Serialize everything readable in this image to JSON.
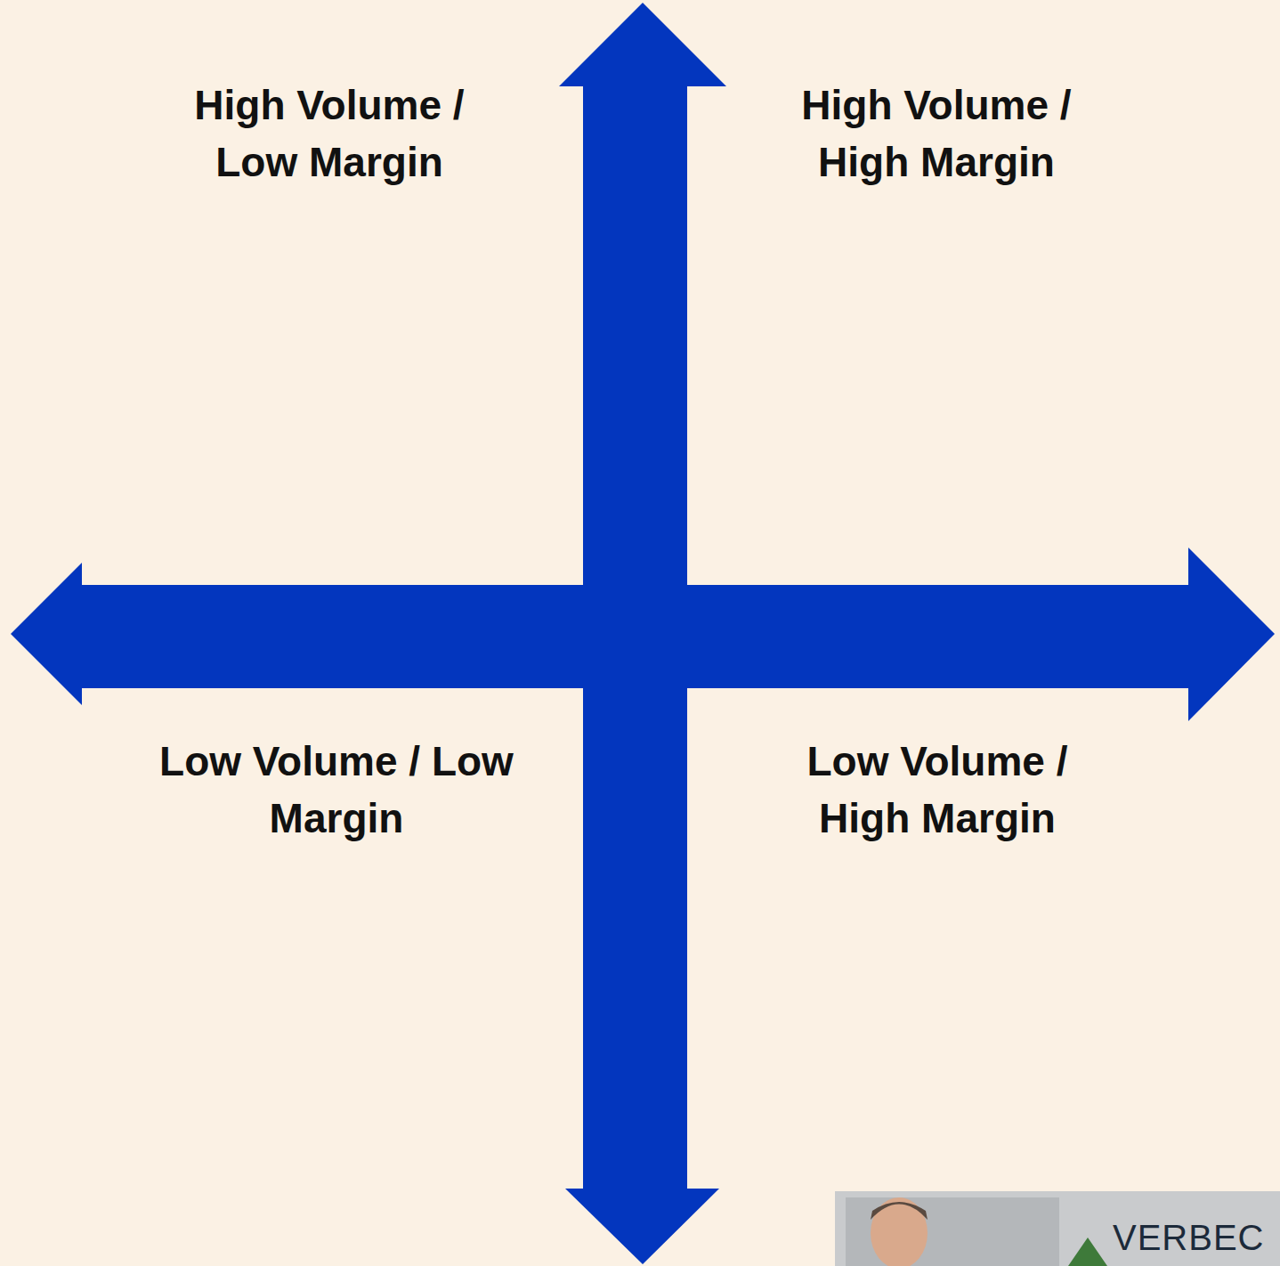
{
  "diagram": {
    "labels": [
      "High Volume / Low Margin",
      "High Volume / High Margin",
      "Low Volume / Low Margin",
      "Low Volume / High Margin",
      "VERBEC"
    ]
  }
}
